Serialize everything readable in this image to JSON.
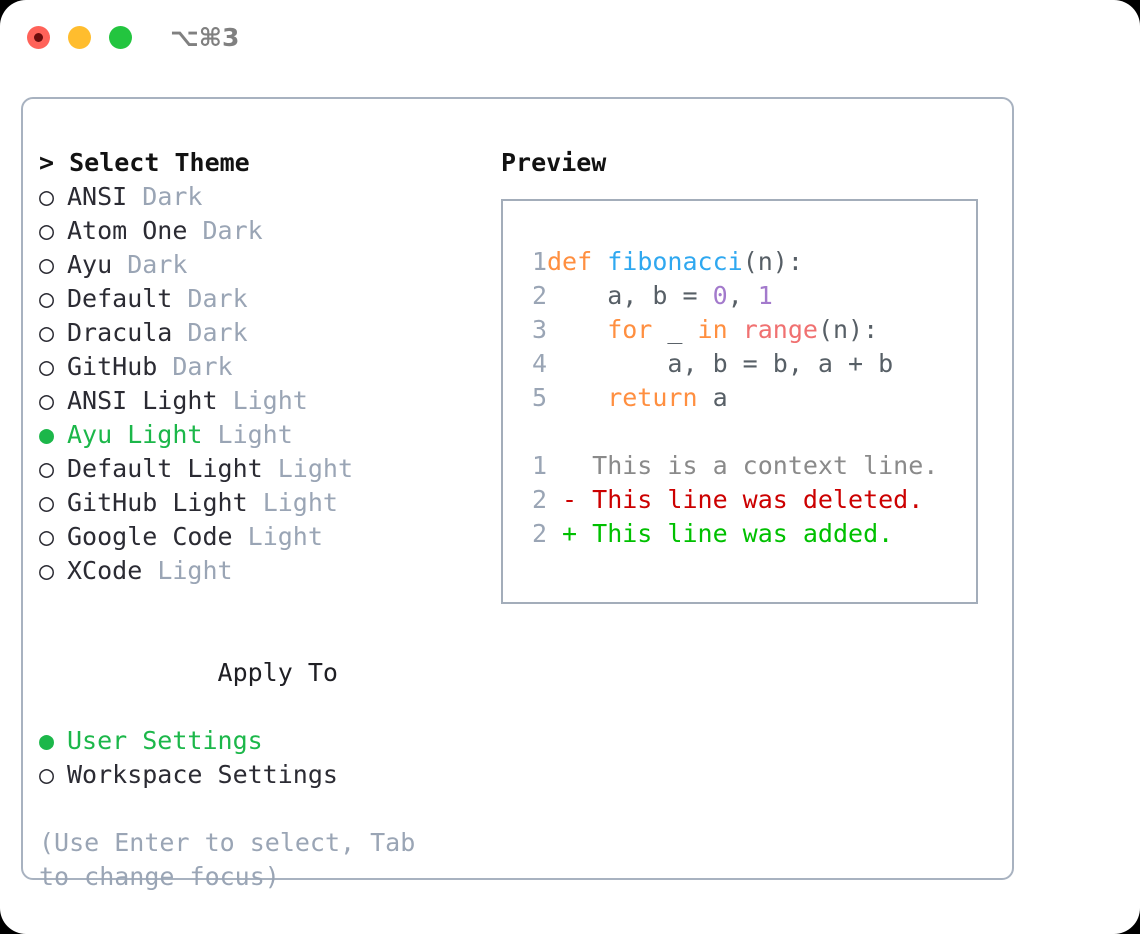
{
  "titlebar": {
    "shortcut": "⌥⌘3",
    "buttons": [
      "close",
      "minimize",
      "maximize"
    ],
    "colors": {
      "close": "#ff6259",
      "minimize": "#ffbd2e",
      "maximize": "#23c53f"
    }
  },
  "theme_section": {
    "header": "> Select Theme",
    "items": [
      {
        "marker": "○",
        "name": "ANSI",
        "kind": "Dark",
        "selected": false
      },
      {
        "marker": "○",
        "name": "Atom One",
        "kind": "Dark",
        "selected": false
      },
      {
        "marker": "○",
        "name": "Ayu",
        "kind": "Dark",
        "selected": false
      },
      {
        "marker": "○",
        "name": "Default",
        "kind": "Dark",
        "selected": false
      },
      {
        "marker": "○",
        "name": "Dracula",
        "kind": "Dark",
        "selected": false
      },
      {
        "marker": "○",
        "name": "GitHub",
        "kind": "Dark",
        "selected": false
      },
      {
        "marker": "○",
        "name": "ANSI Light",
        "kind": "Light",
        "selected": false
      },
      {
        "marker": "●",
        "name": "Ayu Light",
        "kind": "Light",
        "selected": true
      },
      {
        "marker": "○",
        "name": "Default Light",
        "kind": "Light",
        "selected": false
      },
      {
        "marker": "○",
        "name": "GitHub Light",
        "kind": "Light",
        "selected": false
      },
      {
        "marker": "○",
        "name": "Google Code",
        "kind": "Light",
        "selected": false
      },
      {
        "marker": "○",
        "name": "XCode",
        "kind": "Light",
        "selected": false
      }
    ]
  },
  "apply_section": {
    "header": "Apply To",
    "items": [
      {
        "marker": "●",
        "name": "User Settings",
        "selected": true
      },
      {
        "marker": "○",
        "name": "Workspace Settings",
        "selected": false
      }
    ]
  },
  "hint": "(Use Enter to select, Tab to change focus)",
  "preview": {
    "title": "Preview",
    "code_lines": [
      {
        "num": "1",
        "tokens": [
          {
            "t": "def ",
            "c": "kw"
          },
          {
            "t": "fibonacci",
            "c": "fn"
          },
          {
            "t": "(n):",
            "c": "pl"
          }
        ]
      },
      {
        "num": "2",
        "tokens": [
          {
            "t": "    a, b = ",
            "c": "pl"
          },
          {
            "t": "0",
            "c": "num"
          },
          {
            "t": ", ",
            "c": "pl"
          },
          {
            "t": "1",
            "c": "num"
          }
        ]
      },
      {
        "num": "3",
        "tokens": [
          {
            "t": "    for",
            "c": "kw"
          },
          {
            "t": " _ ",
            "c": "pl"
          },
          {
            "t": "in",
            "c": "kw"
          },
          {
            "t": " ",
            "c": "pl"
          },
          {
            "t": "range",
            "c": "bn"
          },
          {
            "t": "(n):",
            "c": "pl"
          }
        ]
      },
      {
        "num": "4",
        "tokens": [
          {
            "t": "        a, b = b, a + b",
            "c": "pl"
          }
        ]
      },
      {
        "num": "5",
        "tokens": [
          {
            "t": "    return",
            "c": "kw"
          },
          {
            "t": " a",
            "c": "pl"
          }
        ]
      }
    ],
    "diff_lines": [
      {
        "num": "1",
        "tokens": [
          {
            "t": "   This is a context line.",
            "c": "ctx"
          }
        ]
      },
      {
        "num": "2",
        "tokens": [
          {
            "t": " - This line was deleted.",
            "c": "del"
          }
        ]
      },
      {
        "num": "2",
        "tokens": [
          {
            "t": " + This line was added.",
            "c": "add"
          }
        ]
      }
    ]
  }
}
